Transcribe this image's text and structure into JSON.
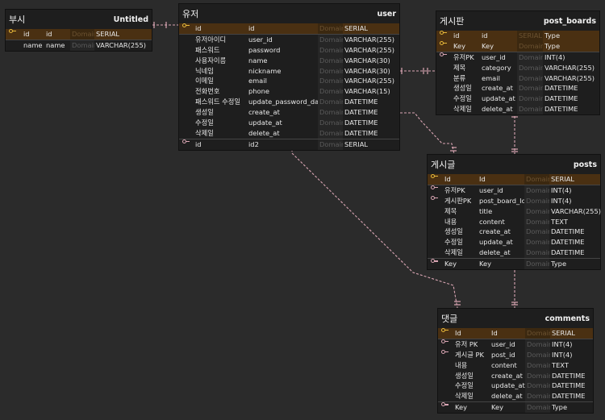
{
  "tables": [
    {
      "id": "busi",
      "logical": "부시",
      "physical": "Untitled",
      "columns": [
        {
          "logical": "id",
          "physical": "id",
          "domain": "Domain",
          "type": "SERIAL",
          "key": "pk"
        },
        {
          "logical": "name",
          "physical": "name",
          "domain": "Domain",
          "type": "VARCHAR(255)",
          "key": ""
        }
      ]
    },
    {
      "id": "user",
      "logical": "유저",
      "physical": "user",
      "columns": [
        {
          "logical": "id",
          "physical": "id",
          "domain": "Domain",
          "type": "SERIAL",
          "key": "pk"
        },
        {
          "logical": "유저아이디",
          "physical": "user_id",
          "domain": "Domain",
          "type": "VARCHAR(255)",
          "key": ""
        },
        {
          "logical": "패스워드",
          "physical": "password",
          "domain": "Domain",
          "type": "VARCHAR(255)",
          "key": ""
        },
        {
          "logical": "사용자이름",
          "physical": "name",
          "domain": "Domain",
          "type": "VARCHAR(30)",
          "key": ""
        },
        {
          "logical": "닉네임",
          "physical": "nickname",
          "domain": "Domain",
          "type": "VARCHAR(30)",
          "key": ""
        },
        {
          "logical": "이메일",
          "physical": "email",
          "domain": "Domain",
          "type": "VARCHAR(255)",
          "key": ""
        },
        {
          "logical": "전화번호",
          "physical": "phone",
          "domain": "Domain",
          "type": "VARCHAR(15)",
          "key": ""
        },
        {
          "logical": "패스워드 수정일",
          "physical": "update_password_date",
          "domain": "Domain",
          "type": "DATETIME",
          "key": ""
        },
        {
          "logical": "생성일",
          "physical": "create_at",
          "domain": "Domain",
          "type": "DATETIME",
          "key": ""
        },
        {
          "logical": "수정일",
          "physical": "update_at",
          "domain": "Domain",
          "type": "DATETIME",
          "key": ""
        },
        {
          "logical": "삭제일",
          "physical": "delete_at",
          "domain": "Domain",
          "type": "DATETIME",
          "key": ""
        },
        {
          "logical": "id",
          "physical": "id2",
          "domain": "Domain",
          "type": "SERIAL",
          "key": "fk"
        }
      ]
    },
    {
      "id": "post_boards",
      "logical": "게시판",
      "physical": "post_boards",
      "columns": [
        {
          "logical": "id",
          "physical": "id",
          "domain": "SERIAL",
          "type": "Type",
          "key": "pk"
        },
        {
          "logical": "Key",
          "physical": "Key",
          "domain": "Domain",
          "type": "Type",
          "key": "pk"
        },
        {
          "logical": "유저PK",
          "physical": "user_id",
          "domain": "Domain",
          "type": "INT(4)",
          "key": "fk"
        },
        {
          "logical": "제목",
          "physical": "category",
          "domain": "Domain",
          "type": "VARCHAR(255)",
          "key": ""
        },
        {
          "logical": "분류",
          "physical": "email",
          "domain": "Domain",
          "type": "VARCHAR(255)",
          "key": ""
        },
        {
          "logical": "생성일",
          "physical": "create_at",
          "domain": "Domain",
          "type": "DATETIME",
          "key": ""
        },
        {
          "logical": "수정일",
          "physical": "update_at",
          "domain": "Domain",
          "type": "DATETIME",
          "key": ""
        },
        {
          "logical": "삭제일",
          "physical": "delete_at",
          "domain": "Domain",
          "type": "DATETIME",
          "key": ""
        }
      ]
    },
    {
      "id": "posts",
      "logical": "게시글",
      "physical": "posts",
      "columns": [
        {
          "logical": "Id",
          "physical": "Id",
          "domain": "Domain",
          "type": "SERIAL",
          "key": "pk"
        },
        {
          "logical": "유저PK",
          "physical": "user_id",
          "domain": "Domain",
          "type": "INT(4)",
          "key": "fk"
        },
        {
          "logical": "게시판PK",
          "physical": "post_board_Id",
          "domain": "Domain",
          "type": "INT(4)",
          "key": "fk"
        },
        {
          "logical": "제목",
          "physical": "title",
          "domain": "Domain",
          "type": "VARCHAR(255)",
          "key": ""
        },
        {
          "logical": "내용",
          "physical": "content",
          "domain": "Domain",
          "type": "TEXT",
          "key": ""
        },
        {
          "logical": "생성일",
          "physical": "create_at",
          "domain": "Domain",
          "type": "DATETIME",
          "key": ""
        },
        {
          "logical": "수정일",
          "physical": "update_at",
          "domain": "Domain",
          "type": "DATETIME",
          "key": ""
        },
        {
          "logical": "삭제일",
          "physical": "delete_at",
          "domain": "Domain",
          "type": "DATETIME",
          "key": ""
        },
        {
          "logical": "Key",
          "physical": "Key",
          "domain": "Domain",
          "type": "Type",
          "key": "fk"
        }
      ]
    },
    {
      "id": "comments",
      "logical": "댓글",
      "physical": "comments",
      "columns": [
        {
          "logical": "Id",
          "physical": "Id",
          "domain": "Domain",
          "type": "SERIAL",
          "key": "pk"
        },
        {
          "logical": "유저 PK",
          "physical": "user_id",
          "domain": "Domain",
          "type": "INT(4)",
          "key": "fk"
        },
        {
          "logical": "게시글 PK",
          "physical": "post_id",
          "domain": "Domain",
          "type": "INT(4)",
          "key": "fk"
        },
        {
          "logical": "내용",
          "physical": "content",
          "domain": "Domain",
          "type": "TEXT",
          "key": ""
        },
        {
          "logical": "생성일",
          "physical": "create_at",
          "domain": "Domain",
          "type": "DATETIME",
          "key": ""
        },
        {
          "logical": "수정일",
          "physical": "update_at",
          "domain": "Domain",
          "type": "DATETIME",
          "key": ""
        },
        {
          "logical": "삭제일",
          "physical": "delete_at",
          "domain": "Domain",
          "type": "DATETIME",
          "key": ""
        },
        {
          "logical": "Key",
          "physical": "Key",
          "domain": "Domain",
          "type": "Type",
          "key": "fk"
        }
      ]
    }
  ],
  "relationships": [
    {
      "from": "busi",
      "to": "user"
    },
    {
      "from": "user",
      "to": "post_boards"
    },
    {
      "from": "user",
      "to": "posts"
    },
    {
      "from": "post_boards",
      "to": "posts"
    },
    {
      "from": "user",
      "to": "comments"
    },
    {
      "from": "posts",
      "to": "comments"
    }
  ],
  "colors": {
    "background": "#2b2b2b",
    "table_bg": "#1e1e1e",
    "pk_row": "#4a3012",
    "pk_icon": "#e7b93a",
    "fk_icon": "#d9a5b3",
    "relationship_line": "#d9a5b3"
  }
}
